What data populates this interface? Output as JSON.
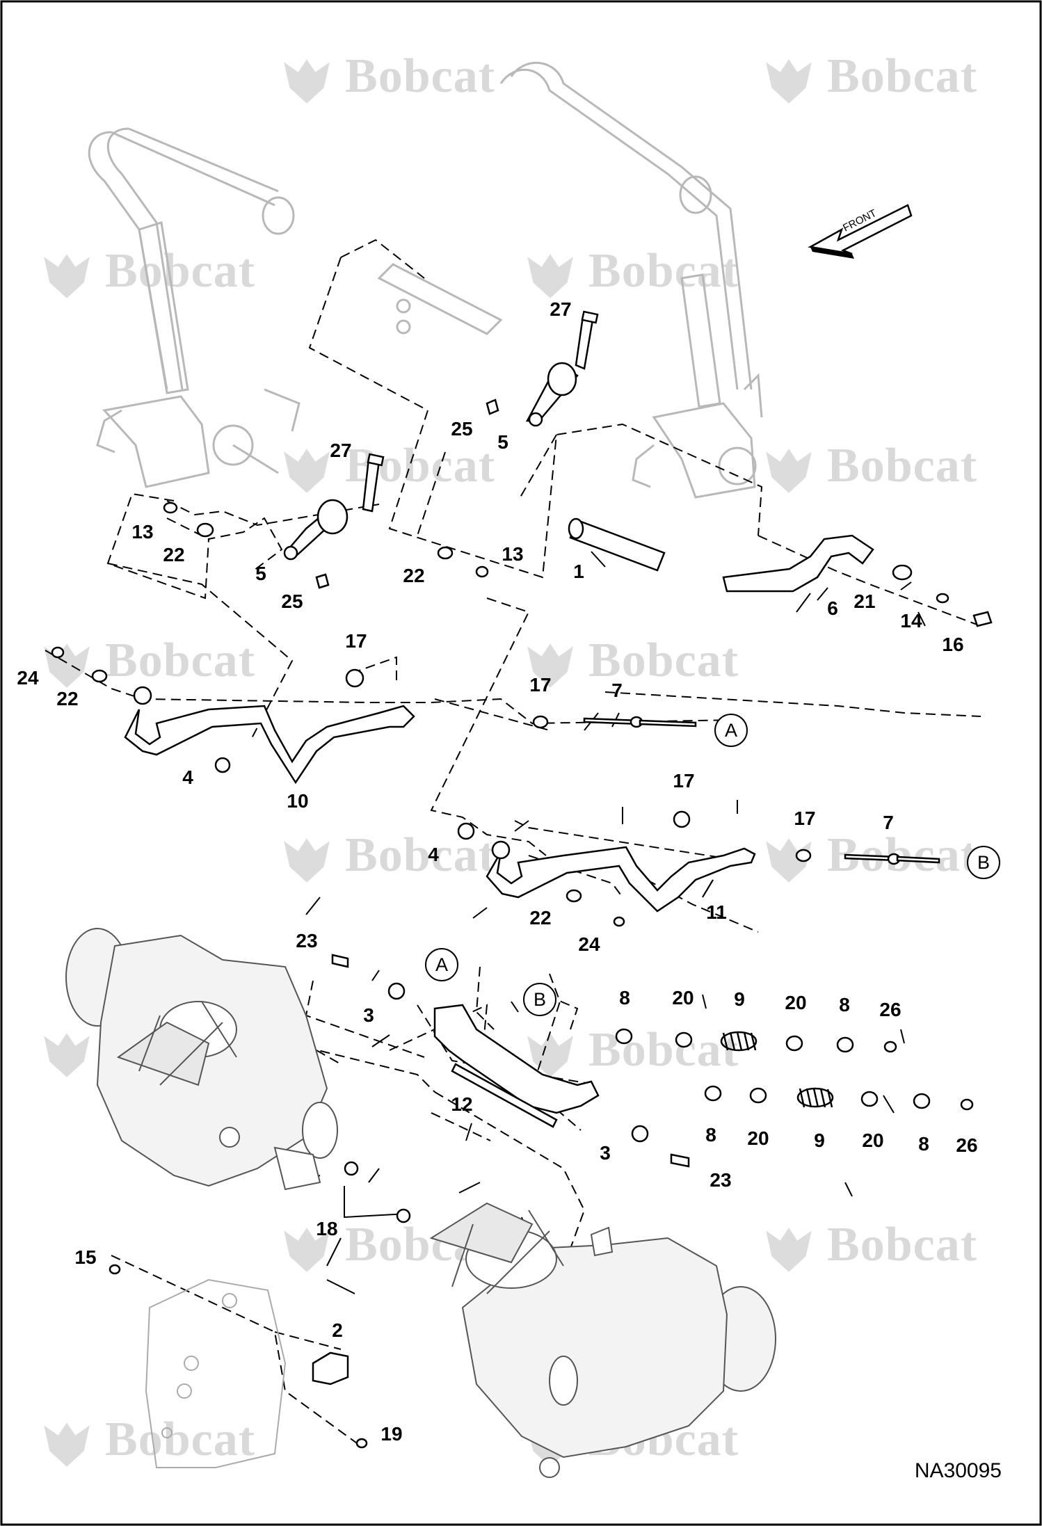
{
  "drawing_number": "NA30095",
  "watermark_text": "Bobcat",
  "front_label": "FRONT",
  "callouts": [
    {
      "id": "lbl-27a",
      "text": "27"
    },
    {
      "id": "lbl-25a",
      "text": "25"
    },
    {
      "id": "lbl-5a",
      "text": "5"
    },
    {
      "id": "lbl-27b",
      "text": "27"
    },
    {
      "id": "lbl-13a",
      "text": "13"
    },
    {
      "id": "lbl-22a",
      "text": "22"
    },
    {
      "id": "lbl-5b",
      "text": "5"
    },
    {
      "id": "lbl-25b",
      "text": "25"
    },
    {
      "id": "lbl-22b",
      "text": "22"
    },
    {
      "id": "lbl-13b",
      "text": "13"
    },
    {
      "id": "lbl-1",
      "text": "1"
    },
    {
      "id": "lbl-6",
      "text": "6"
    },
    {
      "id": "lbl-21",
      "text": "21"
    },
    {
      "id": "lbl-14",
      "text": "14"
    },
    {
      "id": "lbl-16",
      "text": "16"
    },
    {
      "id": "lbl-17a",
      "text": "17"
    },
    {
      "id": "lbl-24a",
      "text": "24"
    },
    {
      "id": "lbl-22c",
      "text": "22"
    },
    {
      "id": "lbl-17b",
      "text": "17"
    },
    {
      "id": "lbl-7a",
      "text": "7"
    },
    {
      "id": "lbl-4a",
      "text": "4"
    },
    {
      "id": "lbl-10",
      "text": "10"
    },
    {
      "id": "lbl-17c",
      "text": "17"
    },
    {
      "id": "lbl-17d",
      "text": "17"
    },
    {
      "id": "lbl-7b",
      "text": "7"
    },
    {
      "id": "lbl-4b",
      "text": "4"
    },
    {
      "id": "lbl-22d",
      "text": "22"
    },
    {
      "id": "lbl-11",
      "text": "11"
    },
    {
      "id": "lbl-24b",
      "text": "24"
    },
    {
      "id": "lbl-23a",
      "text": "23"
    },
    {
      "id": "lbl-3a",
      "text": "3"
    },
    {
      "id": "lbl-8a",
      "text": "8"
    },
    {
      "id": "lbl-20a",
      "text": "20"
    },
    {
      "id": "lbl-9a",
      "text": "9"
    },
    {
      "id": "lbl-20b",
      "text": "20"
    },
    {
      "id": "lbl-8b",
      "text": "8"
    },
    {
      "id": "lbl-26a",
      "text": "26"
    },
    {
      "id": "lbl-12",
      "text": "12"
    },
    {
      "id": "lbl-8c",
      "text": "8"
    },
    {
      "id": "lbl-20c",
      "text": "20"
    },
    {
      "id": "lbl-9b",
      "text": "9"
    },
    {
      "id": "lbl-20d",
      "text": "20"
    },
    {
      "id": "lbl-8d",
      "text": "8"
    },
    {
      "id": "lbl-26b",
      "text": "26"
    },
    {
      "id": "lbl-3b",
      "text": "3"
    },
    {
      "id": "lbl-23b",
      "text": "23"
    },
    {
      "id": "lbl-18",
      "text": "18"
    },
    {
      "id": "lbl-15",
      "text": "15"
    },
    {
      "id": "lbl-2",
      "text": "2"
    },
    {
      "id": "lbl-19",
      "text": "19"
    }
  ],
  "reference_circles": [
    {
      "id": "ref-A1",
      "text": "A"
    },
    {
      "id": "ref-B1",
      "text": "B"
    },
    {
      "id": "ref-A2",
      "text": "A"
    },
    {
      "id": "ref-B2",
      "text": "B"
    }
  ]
}
